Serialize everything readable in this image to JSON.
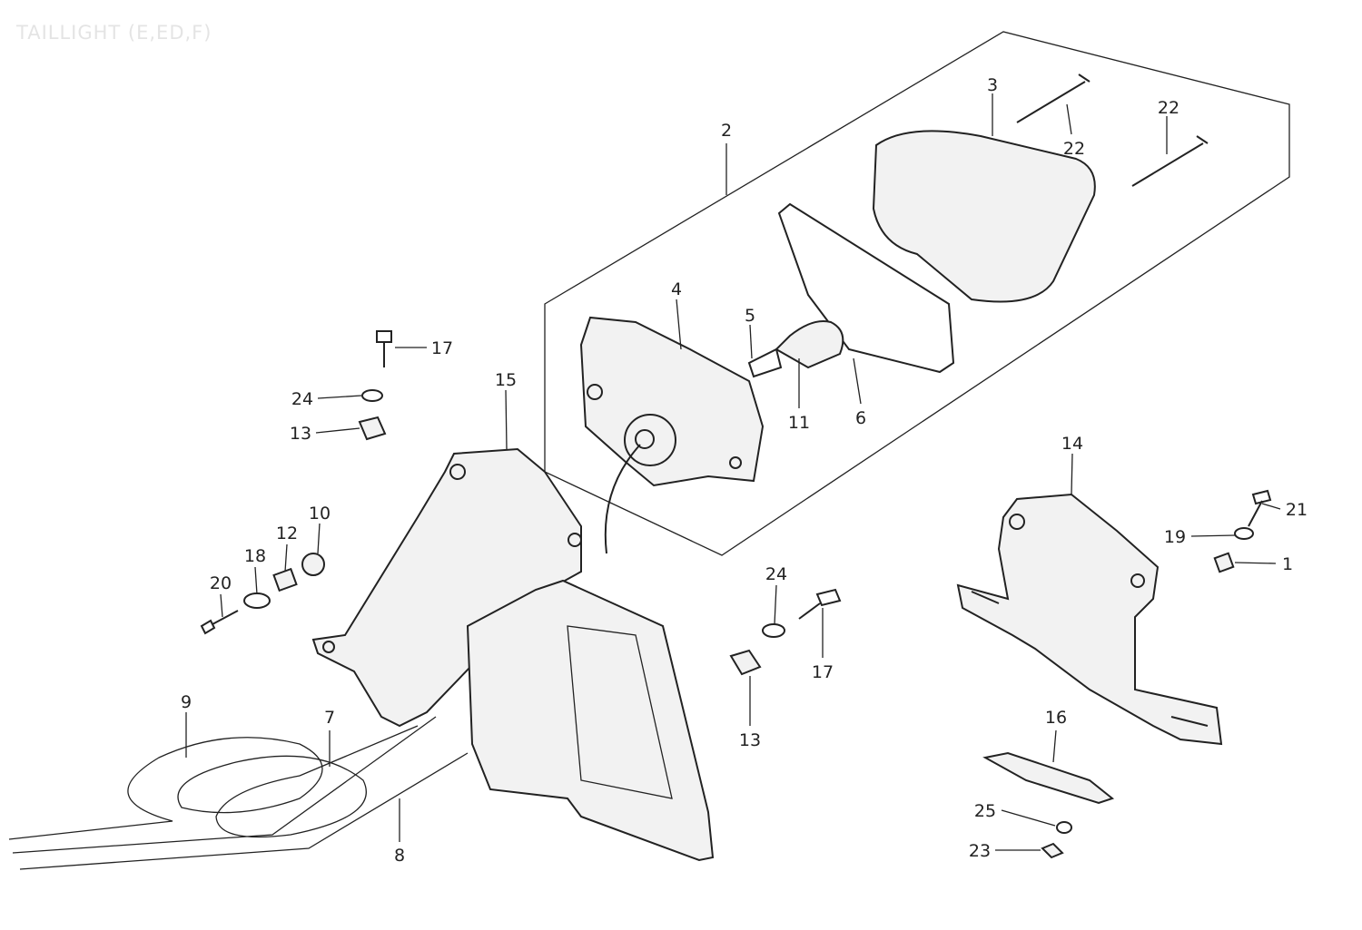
{
  "title": "TAILLIGHT (E,ED,F)",
  "callouts": [
    "2",
    "3",
    "22",
    "22",
    "4",
    "5",
    "11",
    "6",
    "17",
    "24",
    "13",
    "15",
    "10",
    "12",
    "18",
    "20",
    "9",
    "7",
    "8",
    "24",
    "17",
    "13",
    "14",
    "21",
    "19",
    "1",
    "16",
    "25",
    "23"
  ]
}
